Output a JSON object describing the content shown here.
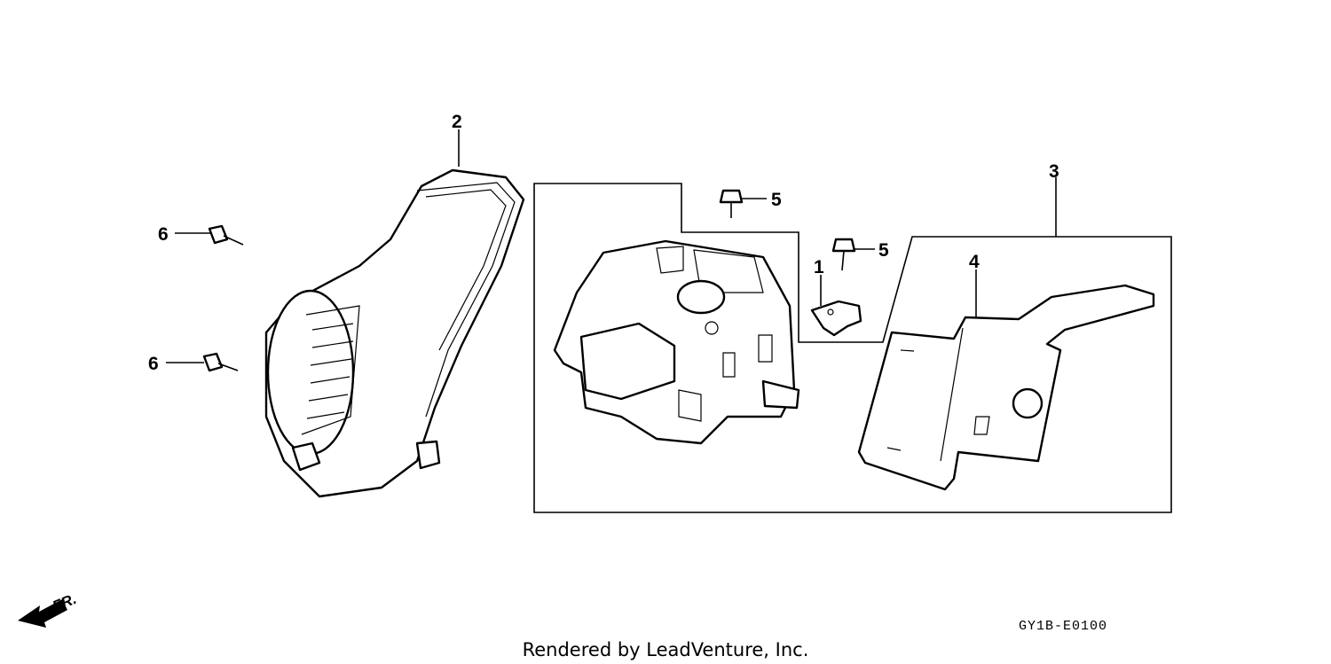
{
  "callouts": {
    "c1": "1",
    "c2": "2",
    "c3": "3",
    "c4": "4",
    "c5a": "5",
    "c5b": "5",
    "c6a": "6",
    "c6b": "6"
  },
  "direction_label": "FR.",
  "diagram_code": "GY1B-E0100",
  "footer_text": "Rendered by LeadVenture, Inc.",
  "icons": {
    "direction": "front-direction-arrow-icon"
  }
}
